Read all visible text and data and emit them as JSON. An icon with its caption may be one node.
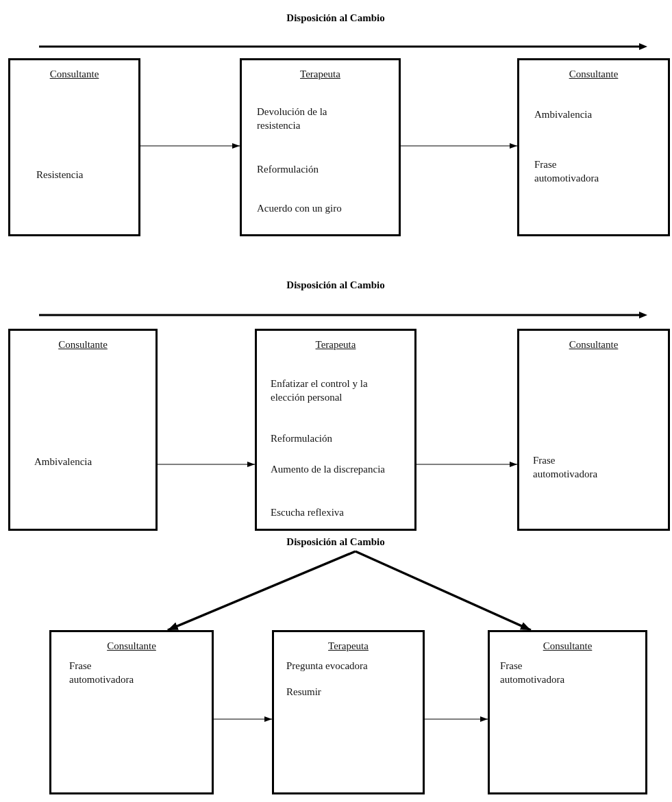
{
  "diagram": {
    "nodes": [
      {
        "text": [
          "Consultante",
          "Resistencia"
        ]
      },
      {
        "text": [
          "Terapeuta",
          "Devolución de la resistencia",
          "Reformulación",
          "Acuerdo con un giro"
        ]
      },
      {
        "text": [
          "Consultante",
          "Ambivalencia",
          "Frase automotivadora"
        ]
      },
      {
        "text": [
          "Consultante",
          "Ambivalencia"
        ]
      },
      {
        "text": [
          "Terapeuta",
          "Enfatizar el control y la elección personal",
          "Reformulación",
          "Aumento de la discrepancia",
          "Escucha reflexiva"
        ]
      },
      {
        "text": [
          "Consultante",
          "Frase automotivadora"
        ]
      },
      {
        "text": [
          "Disposición al Cambio"
        ]
      },
      {
        "text": [
          "Consultante",
          "Frase automotivadora"
        ]
      },
      {
        "text": [
          "Terapeuta",
          "Pregunta evocadora",
          "Resumir"
        ]
      },
      {
        "text": [
          "Consultante",
          "Frase automotivadora"
        ]
      }
    ],
    "edges": [
      {
        "from": 0,
        "to": 1,
        "arrow": "to"
      },
      {
        "from": 1,
        "to": 2,
        "arrow": "to"
      },
      {
        "from": 3,
        "to": 4,
        "arrow": "to"
      },
      {
        "from": 4,
        "to": 5,
        "arrow": "to"
      },
      {
        "from": 6,
        "to": 7,
        "arrow": "to",
        "style": "thick"
      },
      {
        "from": 6,
        "to": 9,
        "arrow": "to",
        "style": "thick"
      },
      {
        "from": 7,
        "to": 8,
        "arrow": "to"
      },
      {
        "from": 8,
        "to": 9,
        "arrow": "to"
      }
    ],
    "labels": [
      "Disposición al Cambio",
      "Disposición al Cambio"
    ]
  }
}
